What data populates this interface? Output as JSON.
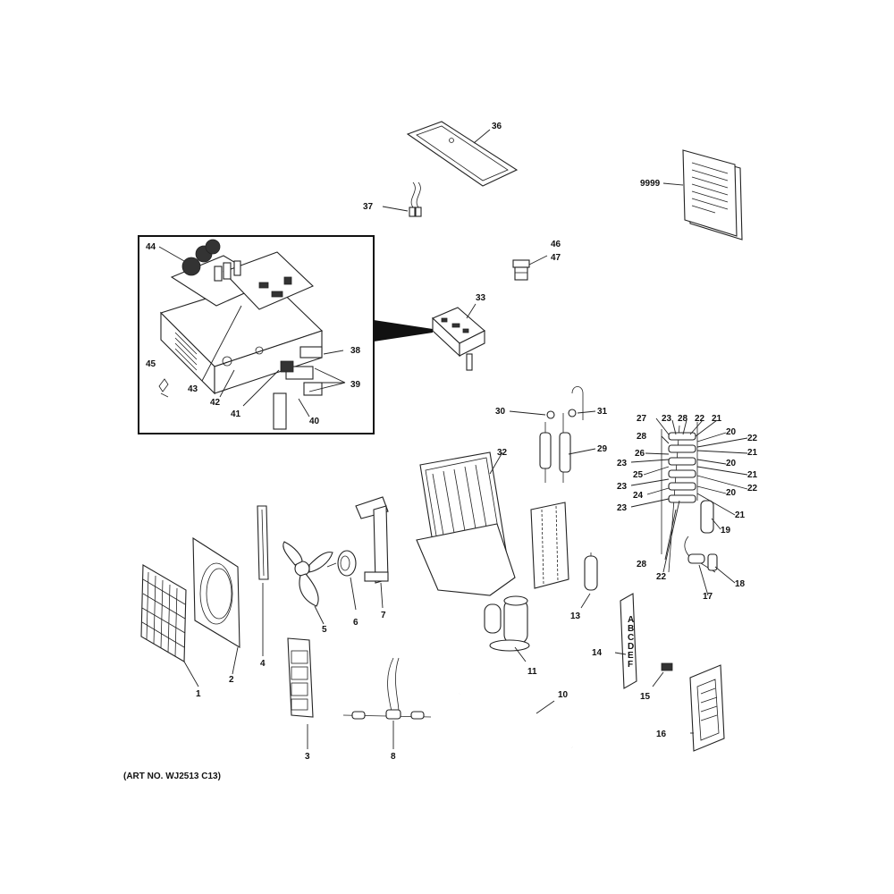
{
  "art_number": "(ART NO. WJ2513 C13)",
  "callouts": {
    "p1": "1",
    "p2": "2",
    "p3": "3",
    "p4": "4",
    "p5": "5",
    "p6": "6",
    "p7": "7",
    "p8": "8",
    "p10": "10",
    "p11": "11",
    "p13": "13",
    "p14": "14",
    "p15": "15",
    "p16": "16",
    "p17": "17",
    "p18": "18",
    "p19": "19",
    "p20": "20",
    "p21": "21",
    "p22": "22",
    "p23": "23",
    "p24": "24",
    "p25": "25",
    "p26": "26",
    "p27": "27",
    "p28": "28",
    "p29": "29",
    "p30": "30",
    "p31": "31",
    "p32": "32",
    "p33": "33",
    "p36": "36",
    "p37": "37",
    "p38": "38",
    "p39": "39",
    "p40": "40",
    "p41": "41",
    "p42": "42",
    "p43": "43",
    "p44": "44",
    "p45": "45",
    "p46": "46",
    "p47": "47",
    "p9999": "9999"
  },
  "panel_letters": [
    "A",
    "B",
    "C",
    "D",
    "E",
    "F"
  ]
}
